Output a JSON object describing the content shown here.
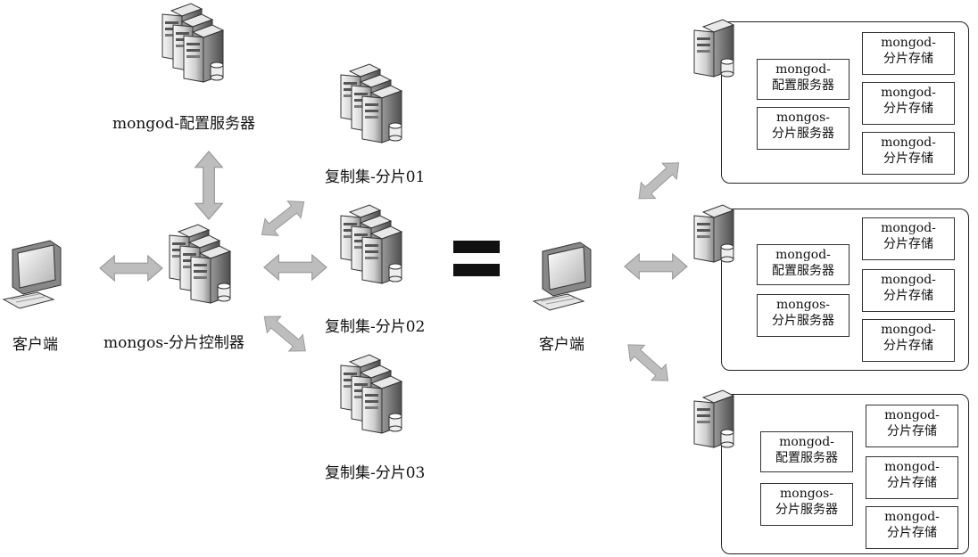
{
  "left_diagram": {
    "config_server_label": "mongod-配置服务器",
    "shard_01_label": "复制集-分片01",
    "shard_02_label": "复制集-分片02",
    "shard_03_label": "复制集-分片03",
    "router_label": "mongos-分片控制器",
    "client_label": "客户端"
  },
  "right_diagram": {
    "client_label": "客户端",
    "nodes": [
      {
        "config": [
          "mongod-",
          "配置服务器"
        ],
        "router": [
          "mongos-",
          "分片服务器"
        ],
        "shards": [
          [
            "mongod-",
            "分片存储"
          ],
          [
            "mongod-",
            "分片存储"
          ],
          [
            "mongod-",
            "分片存储"
          ]
        ]
      },
      {
        "config": [
          "mongod-",
          "配置服务器"
        ],
        "router": [
          "mongos-",
          "分片服务器"
        ],
        "shards": [
          [
            "mongod-",
            "分片存储"
          ],
          [
            "mongod-",
            "分片存储"
          ],
          [
            "mongod-",
            "分片存储"
          ]
        ]
      },
      {
        "config": [
          "mongod-",
          "配置服务器"
        ],
        "router": [
          "mongos-",
          "分片服务器"
        ],
        "shards": [
          [
            "mongod-",
            "分片存储"
          ],
          [
            "mongod-",
            "分片存储"
          ],
          [
            "mongod-",
            "分片存储"
          ]
        ]
      }
    ]
  },
  "icons": [
    "server-cluster-icon",
    "server-icon",
    "computer-icon",
    "double-arrow-icon",
    "equals-icon"
  ],
  "colors": {
    "arrow": "#b8b8b8",
    "server_light": "#f0f0f0",
    "server_dark": "#6a6a6a"
  }
}
